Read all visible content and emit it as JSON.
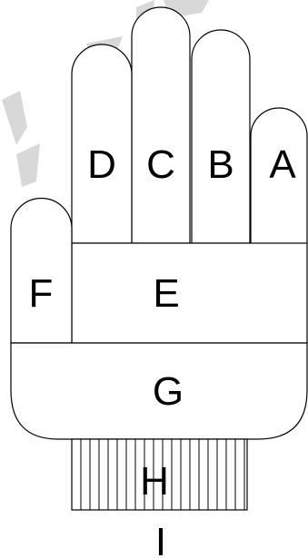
{
  "diagram": {
    "regions": [
      {
        "id": "A",
        "label": "A"
      },
      {
        "id": "B",
        "label": "B"
      },
      {
        "id": "C",
        "label": "C"
      },
      {
        "id": "D",
        "label": "D"
      },
      {
        "id": "E",
        "label": "E"
      },
      {
        "id": "F",
        "label": "F"
      },
      {
        "id": "G",
        "label": "G"
      },
      {
        "id": "H",
        "label": "H"
      },
      {
        "id": "I",
        "label": "I"
      }
    ],
    "colors": {
      "line": "#000000",
      "fill": "#ffffff",
      "watermark": "#bfbfbf"
    }
  }
}
